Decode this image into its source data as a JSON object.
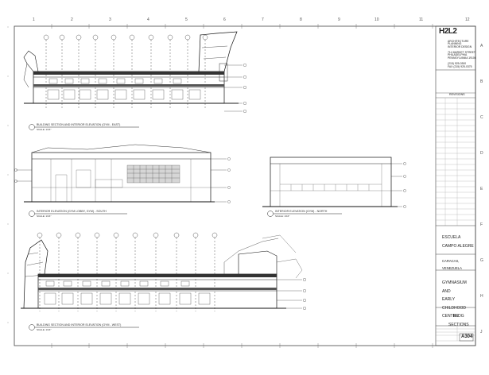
{
  "firm": {
    "logo": "H2L2",
    "lines": [
      "ARCHITECTURE",
      "PLANNING",
      "INTERIOR DESIGN",
      "714 MARKET STREET",
      "PHILADELPHIA",
      "PENNSYLVANIA 19106",
      "(215) 925-0300",
      "FAX (215) 925-0375"
    ]
  },
  "revisions_label": "REVISIONS",
  "project": {
    "name_line1": "ESCUELA",
    "name_line2": "CAMPO ALEGRE",
    "city": "CARACAS,",
    "country": "VENEZUELA",
    "building_line1": "GYMNASIUM",
    "building_line2": "AND",
    "building_line3": "EARLY",
    "building_line4": "CHILDHOOD",
    "building_line5": "CENTER"
  },
  "sheet": {
    "title_line1": "BLDG",
    "title_line2": "SECTIONS",
    "number": "A304"
  },
  "border_numbers_top": [
    "12",
    "11",
    "10",
    "9",
    "8",
    "7",
    "6",
    "5",
    "4",
    "3",
    "2",
    "1"
  ],
  "border_numbers_side": [
    "A",
    "B",
    "C",
    "D",
    "E",
    "F",
    "G",
    "H",
    "J"
  ],
  "drawings": [
    {
      "title": "BUILDING SECTION AND INTERIOR ELEVATION (GYM - EAST)",
      "scale": "SCALE: 1/16\""
    },
    {
      "title": "INTERIOR ELEVATION (GYM LOBBY, GYM) - SOUTH",
      "scale": "SCALE: 1/16\""
    },
    {
      "title": "INTERIOR ELEVATION (GYM) - NORTH",
      "scale": "SCALE: 1/16\""
    },
    {
      "title": "BUILDING SECTION AND INTERIOR ELEVATION (GYM - WEST)",
      "scale": "SCALE: 1/16\""
    }
  ]
}
